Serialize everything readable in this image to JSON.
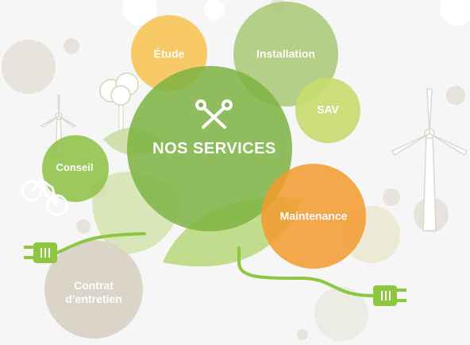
{
  "diagram": {
    "center": {
      "label": "NOS SERVICES",
      "icon": "tools-icon"
    },
    "services": [
      {
        "id": "etude",
        "label": "Étude",
        "color": "#f8c24e"
      },
      {
        "id": "installation",
        "label": "Installation",
        "color": "#a8c873"
      },
      {
        "id": "sav",
        "label": "SAV",
        "color": "#c8dc6e"
      },
      {
        "id": "conseil",
        "label": "Conseil",
        "color": "#8dc042"
      },
      {
        "id": "maintenance",
        "label": "Maintenance",
        "color": "#f39a2e"
      },
      {
        "id": "contrat",
        "label": "Contrat\nd’entretien",
        "color": "#d8d2c4"
      }
    ],
    "decorations": [
      "wind-turbine-icon",
      "tree-icon",
      "bicycle-icon",
      "power-plug-icon",
      "leaf-shape"
    ],
    "colors": {
      "background": "#f6f6f6",
      "center": "#7cb342",
      "accent_green": "#8dc63f",
      "beige": "#e4e0d6",
      "cable": "#8dc63f"
    }
  }
}
